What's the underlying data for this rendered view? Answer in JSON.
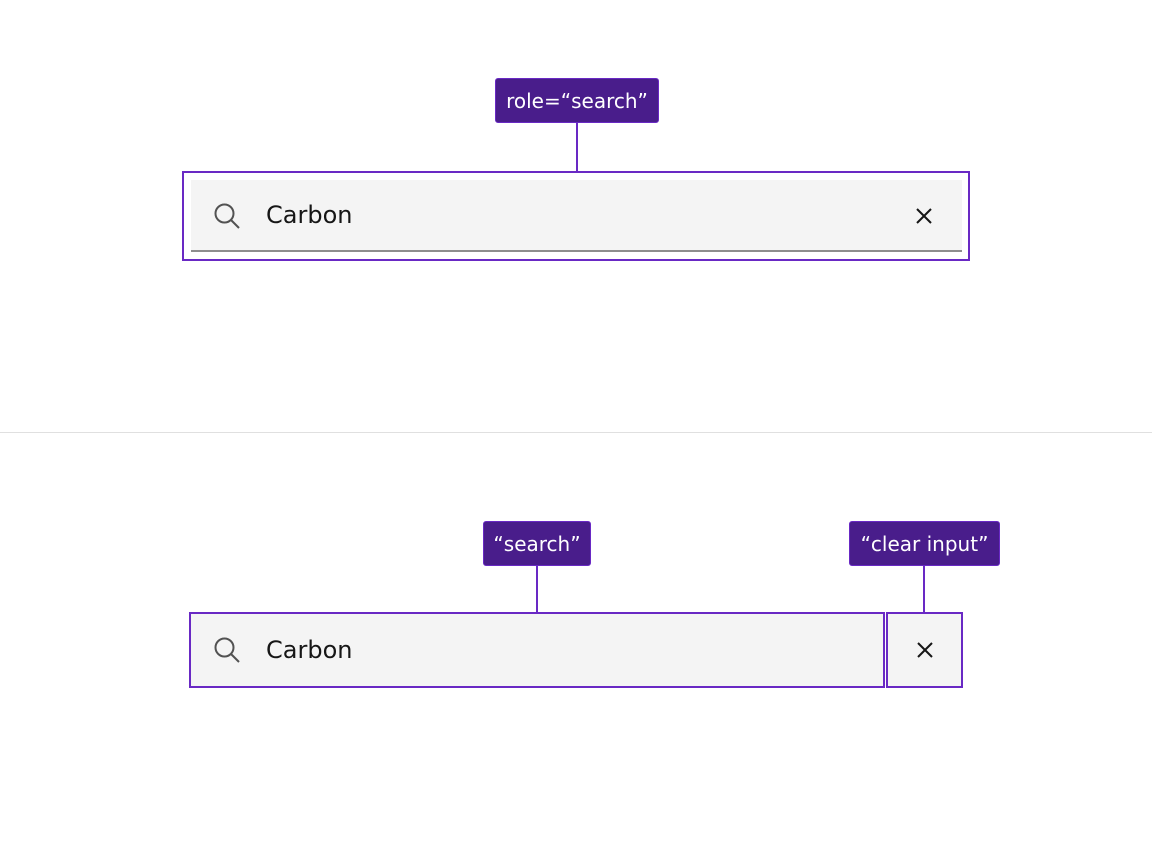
{
  "example_1": {
    "annotation_label": "role=“search”",
    "search_value": "Carbon"
  },
  "example_2": {
    "search_label": "“search”",
    "clear_label": "“clear input”",
    "search_value": "Carbon"
  },
  "icons": {
    "search": "search-icon",
    "clear": "close-icon"
  },
  "colors": {
    "annotation": "#491d8b",
    "outline": "#6929c4",
    "field_bg": "#f4f4f4",
    "text": "#161616"
  }
}
